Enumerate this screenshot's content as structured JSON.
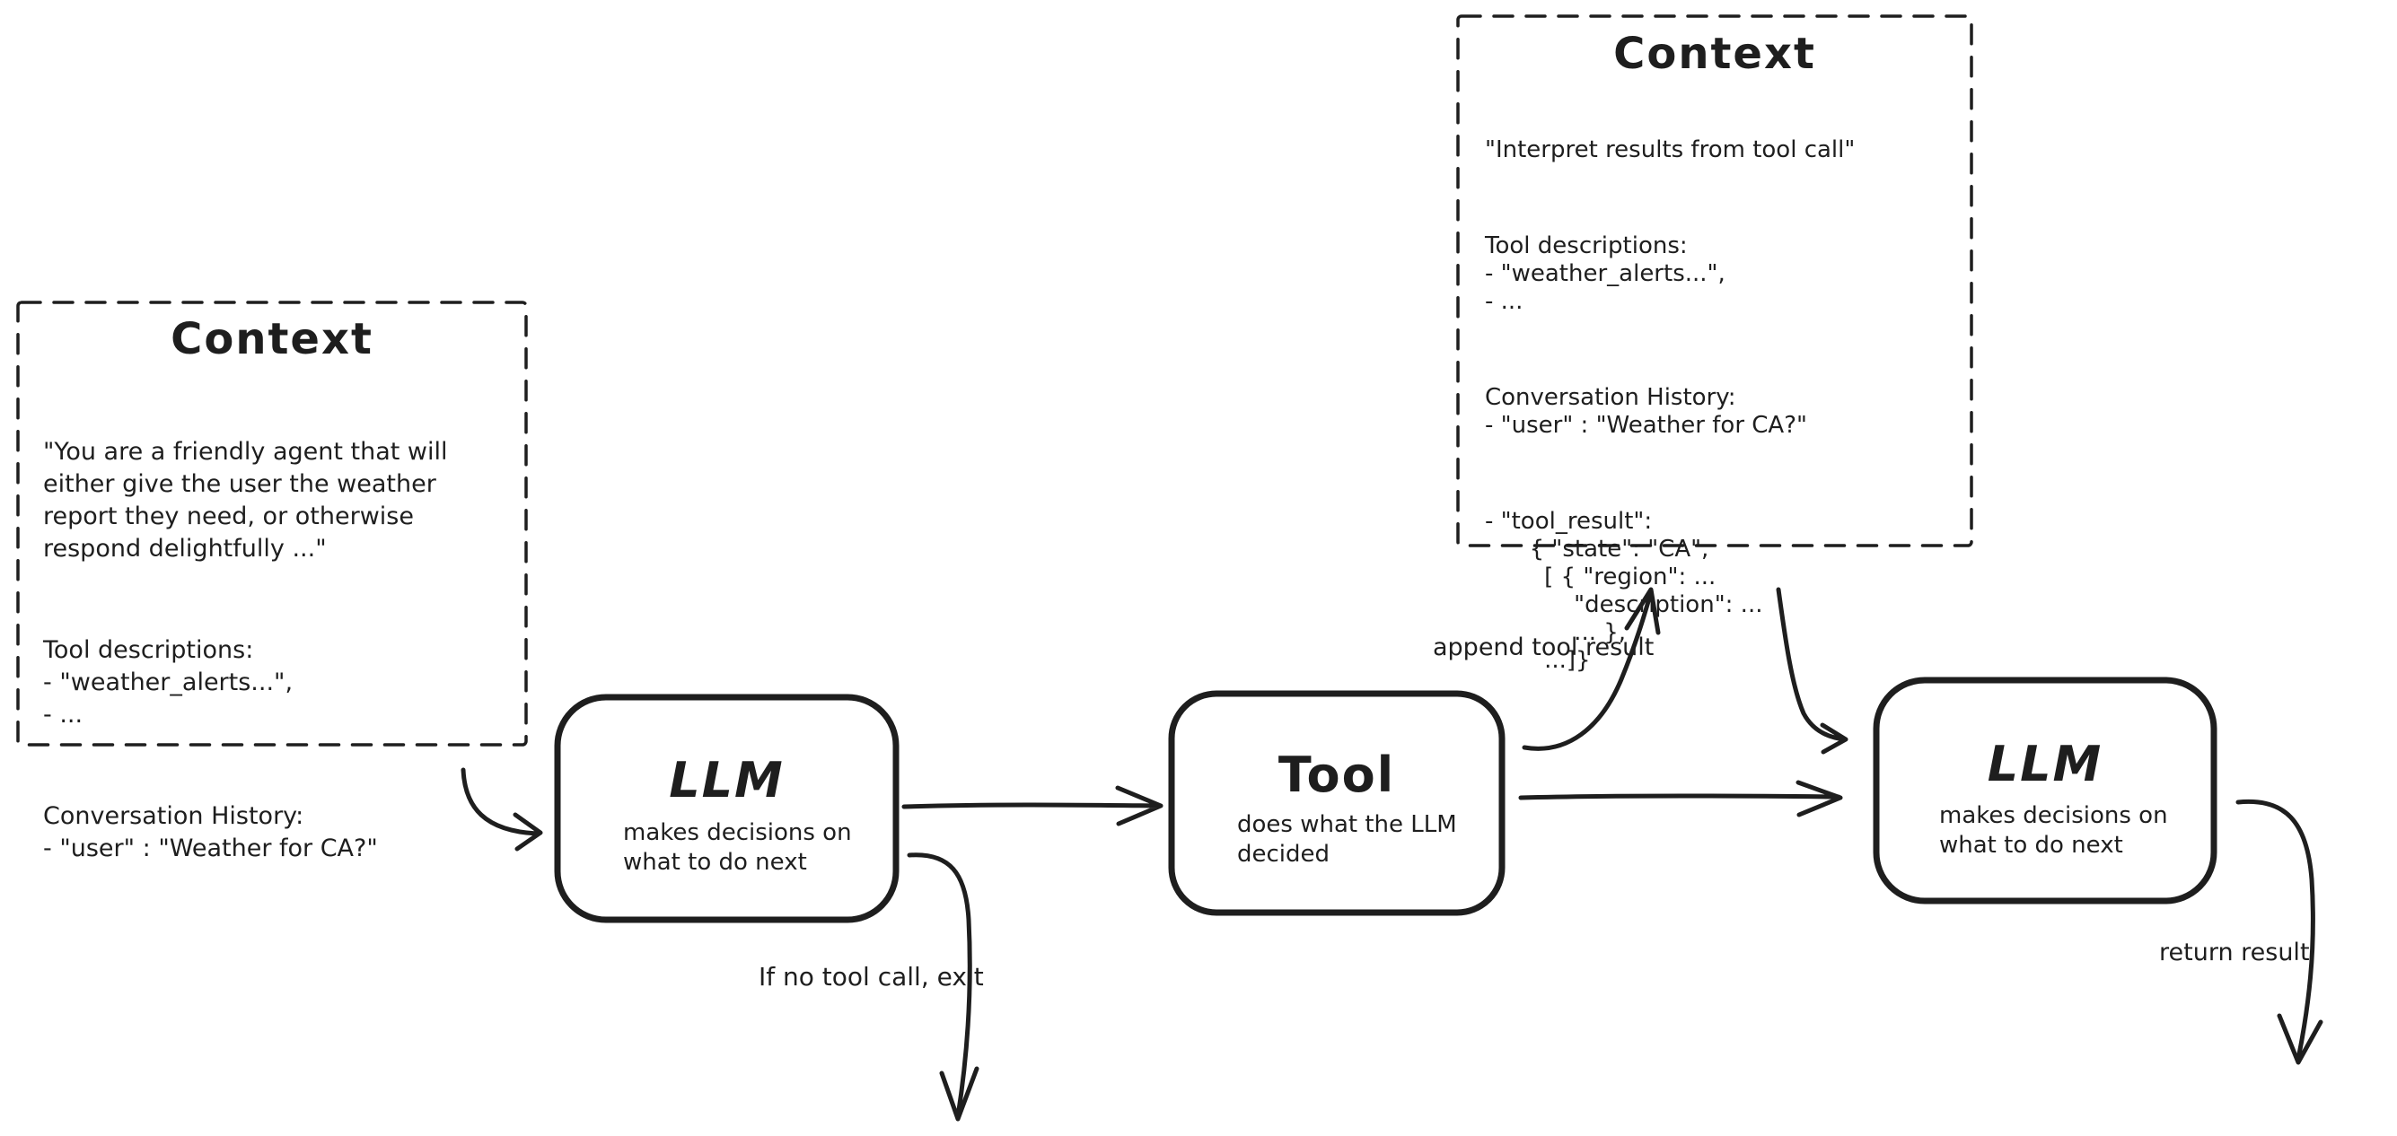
{
  "diagram": {
    "colors": {
      "ink": "#1e1e1e",
      "background": "#ffffff"
    },
    "context_left": {
      "title": "Context",
      "paragraphs": [
        [
          "\"You are a friendly agent that will",
          "either give the user the weather",
          "report they need, or otherwise",
          "respond delightfully ...\""
        ],
        [
          "Tool descriptions:",
          "- \"weather_alerts...\",",
          "- ..."
        ],
        [
          "Conversation History:",
          "- \"user\" : \"Weather for CA?\""
        ]
      ]
    },
    "context_right": {
      "title": "Context",
      "paragraphs": [
        [
          "\"Interpret results from tool call\""
        ],
        [
          "Tool descriptions:",
          "- \"weather_alerts...\",",
          "- ..."
        ],
        [
          "Conversation History:",
          "- \"user\" : \"Weather for CA?\""
        ],
        [
          "- \"tool_result\":",
          "      { \"state\": \"CA\",",
          "        [ { \"region\": ...",
          "            \"description\": ...",
          "            ... },",
          "        ...]}"
        ]
      ]
    },
    "llm_1": {
      "title": "LLM",
      "subtitle": [
        "makes decisions on",
        "what to do next"
      ]
    },
    "tool": {
      "title": "Tool",
      "subtitle": [
        "does what the LLM",
        "decided"
      ]
    },
    "llm_2": {
      "title": "LLM",
      "subtitle": [
        "makes decisions on",
        "what to do next"
      ]
    },
    "edge_labels": {
      "append_tool_result": "append tool result",
      "if_no_tool_call_exit": "If no tool call, exit",
      "return_result": "return result"
    }
  }
}
